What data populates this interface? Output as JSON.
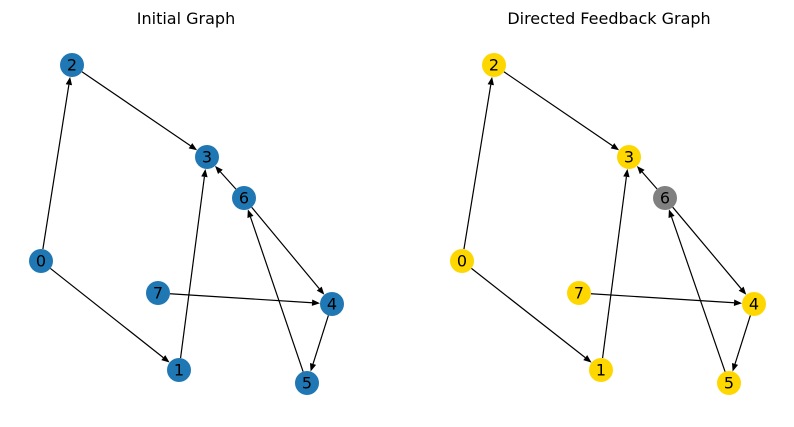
{
  "panels": [
    {
      "title": "Initial Graph",
      "nodes": [
        {
          "id": "0",
          "color": "#1f77b4"
        },
        {
          "id": "1",
          "color": "#1f77b4"
        },
        {
          "id": "2",
          "color": "#1f77b4"
        },
        {
          "id": "3",
          "color": "#1f77b4"
        },
        {
          "id": "4",
          "color": "#1f77b4"
        },
        {
          "id": "5",
          "color": "#1f77b4"
        },
        {
          "id": "6",
          "color": "#1f77b4"
        },
        {
          "id": "7",
          "color": "#1f77b4"
        }
      ],
      "edges": [
        [
          "0",
          "2"
        ],
        [
          "0",
          "1"
        ],
        [
          "2",
          "3"
        ],
        [
          "1",
          "3"
        ],
        [
          "6",
          "3"
        ],
        [
          "6",
          "4"
        ],
        [
          "7",
          "4"
        ],
        [
          "4",
          "5"
        ],
        [
          "5",
          "6"
        ]
      ]
    },
    {
      "title": "Directed Feedback Graph",
      "nodes": [
        {
          "id": "0",
          "color": "#ffd700"
        },
        {
          "id": "1",
          "color": "#ffd700"
        },
        {
          "id": "2",
          "color": "#ffd700"
        },
        {
          "id": "3",
          "color": "#ffd700"
        },
        {
          "id": "4",
          "color": "#ffd700"
        },
        {
          "id": "5",
          "color": "#ffd700"
        },
        {
          "id": "6",
          "color": "#808080"
        },
        {
          "id": "7",
          "color": "#ffd700"
        }
      ],
      "edges": [
        [
          "0",
          "2"
        ],
        [
          "0",
          "1"
        ],
        [
          "2",
          "3"
        ],
        [
          "1",
          "3"
        ],
        [
          "6",
          "3"
        ],
        [
          "6",
          "4"
        ],
        [
          "7",
          "4"
        ],
        [
          "4",
          "5"
        ],
        [
          "5",
          "6"
        ]
      ]
    }
  ]
}
